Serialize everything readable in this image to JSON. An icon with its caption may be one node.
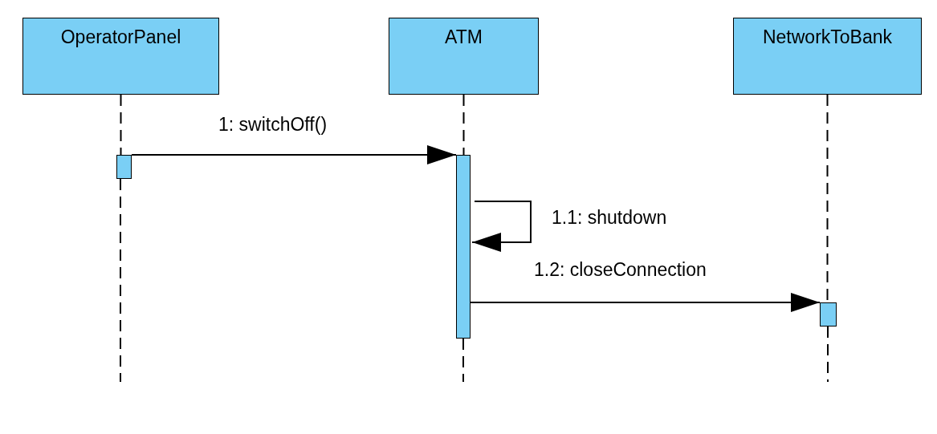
{
  "diagram": {
    "nodes": [
      {
        "text": [
          "OperatorPanel"
        ]
      },
      {
        "text": [
          "ATM"
        ]
      },
      {
        "text": [
          "NetworkToBank"
        ]
      },
      {
        "text": [],
        "shape": "bar"
      },
      {
        "text": [],
        "shape": "bar"
      },
      {
        "text": [],
        "shape": "bar"
      }
    ],
    "edges": [
      {
        "from": 0,
        "to": 3,
        "arrow": "none",
        "style": "dashed"
      },
      {
        "from": 1,
        "to": 4,
        "arrow": "none",
        "style": "dashed"
      },
      {
        "from": 2,
        "to": 5,
        "arrow": "none",
        "style": "dashed"
      },
      {
        "from": 3,
        "to": 4,
        "arrow": "to",
        "label": "1: switchOff()"
      },
      {
        "from": 4,
        "to": 4,
        "arrow": "to",
        "label": "1.1: shutdown"
      },
      {
        "from": 4,
        "to": 5,
        "arrow": "to",
        "label": "1.2: closeConnection"
      }
    ]
  }
}
